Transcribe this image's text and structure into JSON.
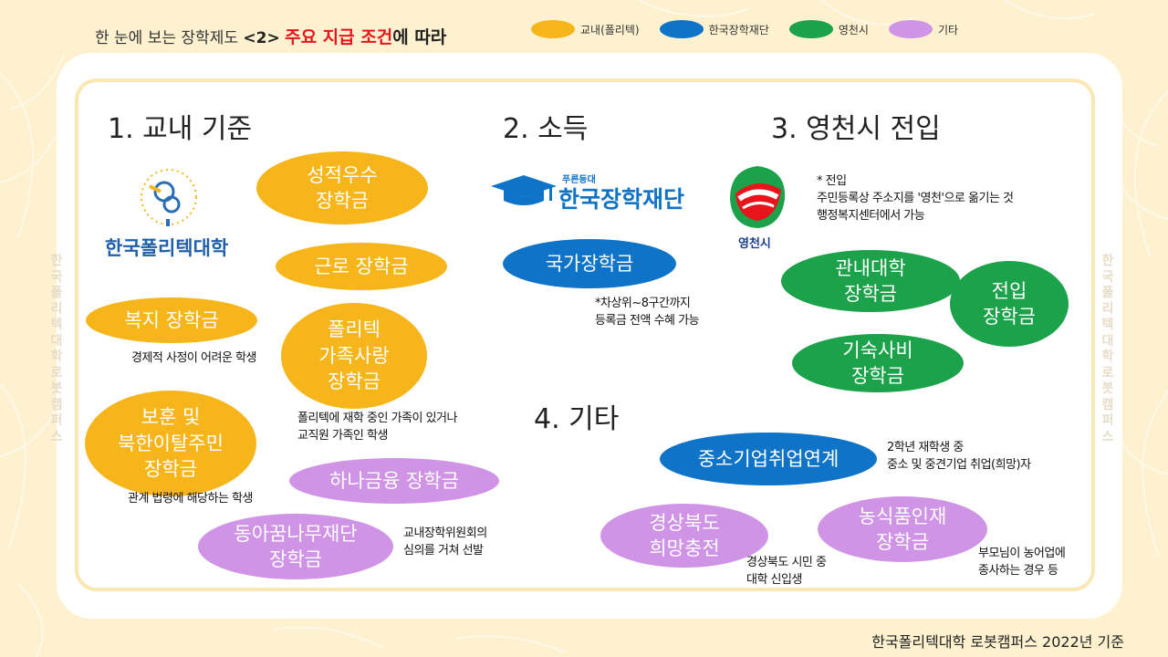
{
  "header": {
    "prefix": "한 눈에 보는 장학제도 ",
    "number": "<2>",
    "emphasis": "주요 지급 조건",
    "suffix": "에 따라"
  },
  "legend": [
    {
      "label": "교내(폴리텍)",
      "color": "#f7b51c"
    },
    {
      "label": "한국장학재단",
      "color": "#0f74c8"
    },
    {
      "label": "영천시",
      "color": "#1ba24a"
    },
    {
      "label": "기타",
      "color": "#cf94e6"
    }
  ],
  "sections": {
    "campus": "1. 교내 기준",
    "income": "2. 소득",
    "yeongcheon": "3. 영천시 전입",
    "other": "4. 기타"
  },
  "logos": {
    "polytech": "한국폴리텍대학",
    "kosaf_small": "푸른등대",
    "kosaf": "한국장학재단",
    "yeongcheon": "영천시"
  },
  "bubbles": {
    "merit": "성적우수\n장학금",
    "work": "근로 장학금",
    "welfare": "복지 장학금",
    "family": "폴리텍\n가족사랑\n장학금",
    "veterans": "보훈 및\n북한이탈주민\n장학금",
    "hana": "하나금융 장학금",
    "dongah": "동아꿈나무재단\n장학금",
    "national": "국가장학금",
    "local_univ": "관내대학\n장학금",
    "move_in": "전입\n장학금",
    "dorm": "기숙사비\n장학금",
    "sme": "중소기업취업연계",
    "gyeongbuk": "경상북도\n희망충전",
    "agri": "농식품인재\n장학금"
  },
  "notes": {
    "welfare": "경제적 사정이 어려운 학생",
    "family": "폴리텍에 재학 중인 가족이 있거나\n교직원 가족인 학생",
    "veterans": "관계 법령에 해당하는 학생",
    "dongah": "교내장학위원회의\n심의를 거쳐 선발",
    "national": "*차상위~8구간까지\n등록금 전액 수혜 가능",
    "move_in": "* 전입\n   주민등록상 주소지를 '영천'으로 옮기는 것\n   행정복지센터에서 가능",
    "sme": "2학년 재학생 중\n중소 및 중견기업 취업(희망)자",
    "gyeongbuk": "경상북도 시민 중\n대학 신입생",
    "agri": "부모님이 농어업에\n종사하는 경우 등"
  },
  "side_text": "한국폴리텍대학로봇캠퍼스",
  "footer": "한국폴리텍대학 로봇캠퍼스 2022년 기준"
}
